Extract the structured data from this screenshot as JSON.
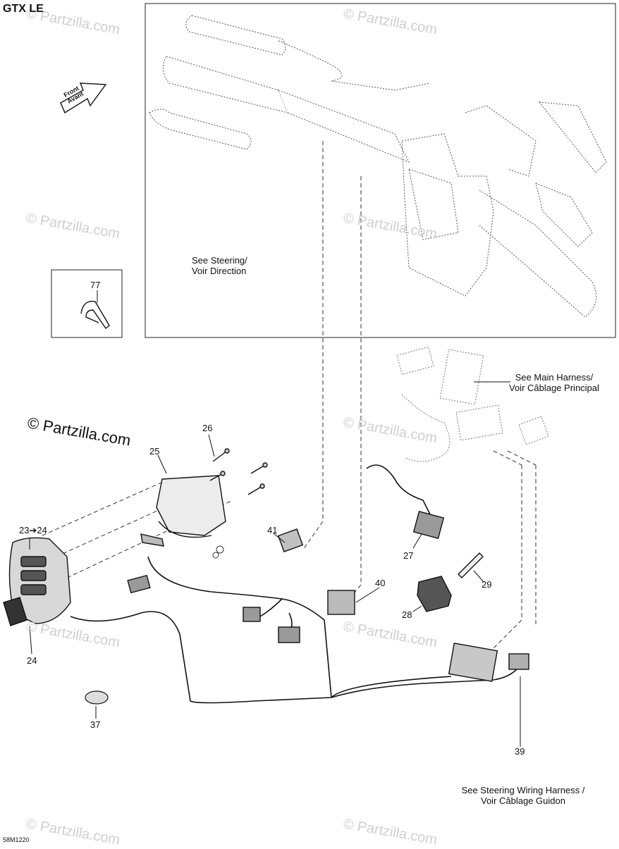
{
  "header": {
    "model": "GTX LE",
    "diagram_code": "58M1220"
  },
  "direction": {
    "line1": "Front",
    "line2": "Avant"
  },
  "references": {
    "steering": [
      "See Steering/",
      "Voir Direction"
    ],
    "main_harness": [
      "See Main Harness/",
      "Voir Câblage Principal"
    ],
    "steering_harness": [
      "See Steering Wiring Harness /",
      "Voir Câblage Guidon"
    ]
  },
  "watermarks": {
    "faint": "© Partzilla.com",
    "bold": "© Partzilla.com"
  },
  "callouts": [
    "77",
    "26",
    "25",
    "23➔24",
    "41",
    "27",
    "40",
    "29",
    "28",
    "24",
    "37",
    "39"
  ]
}
